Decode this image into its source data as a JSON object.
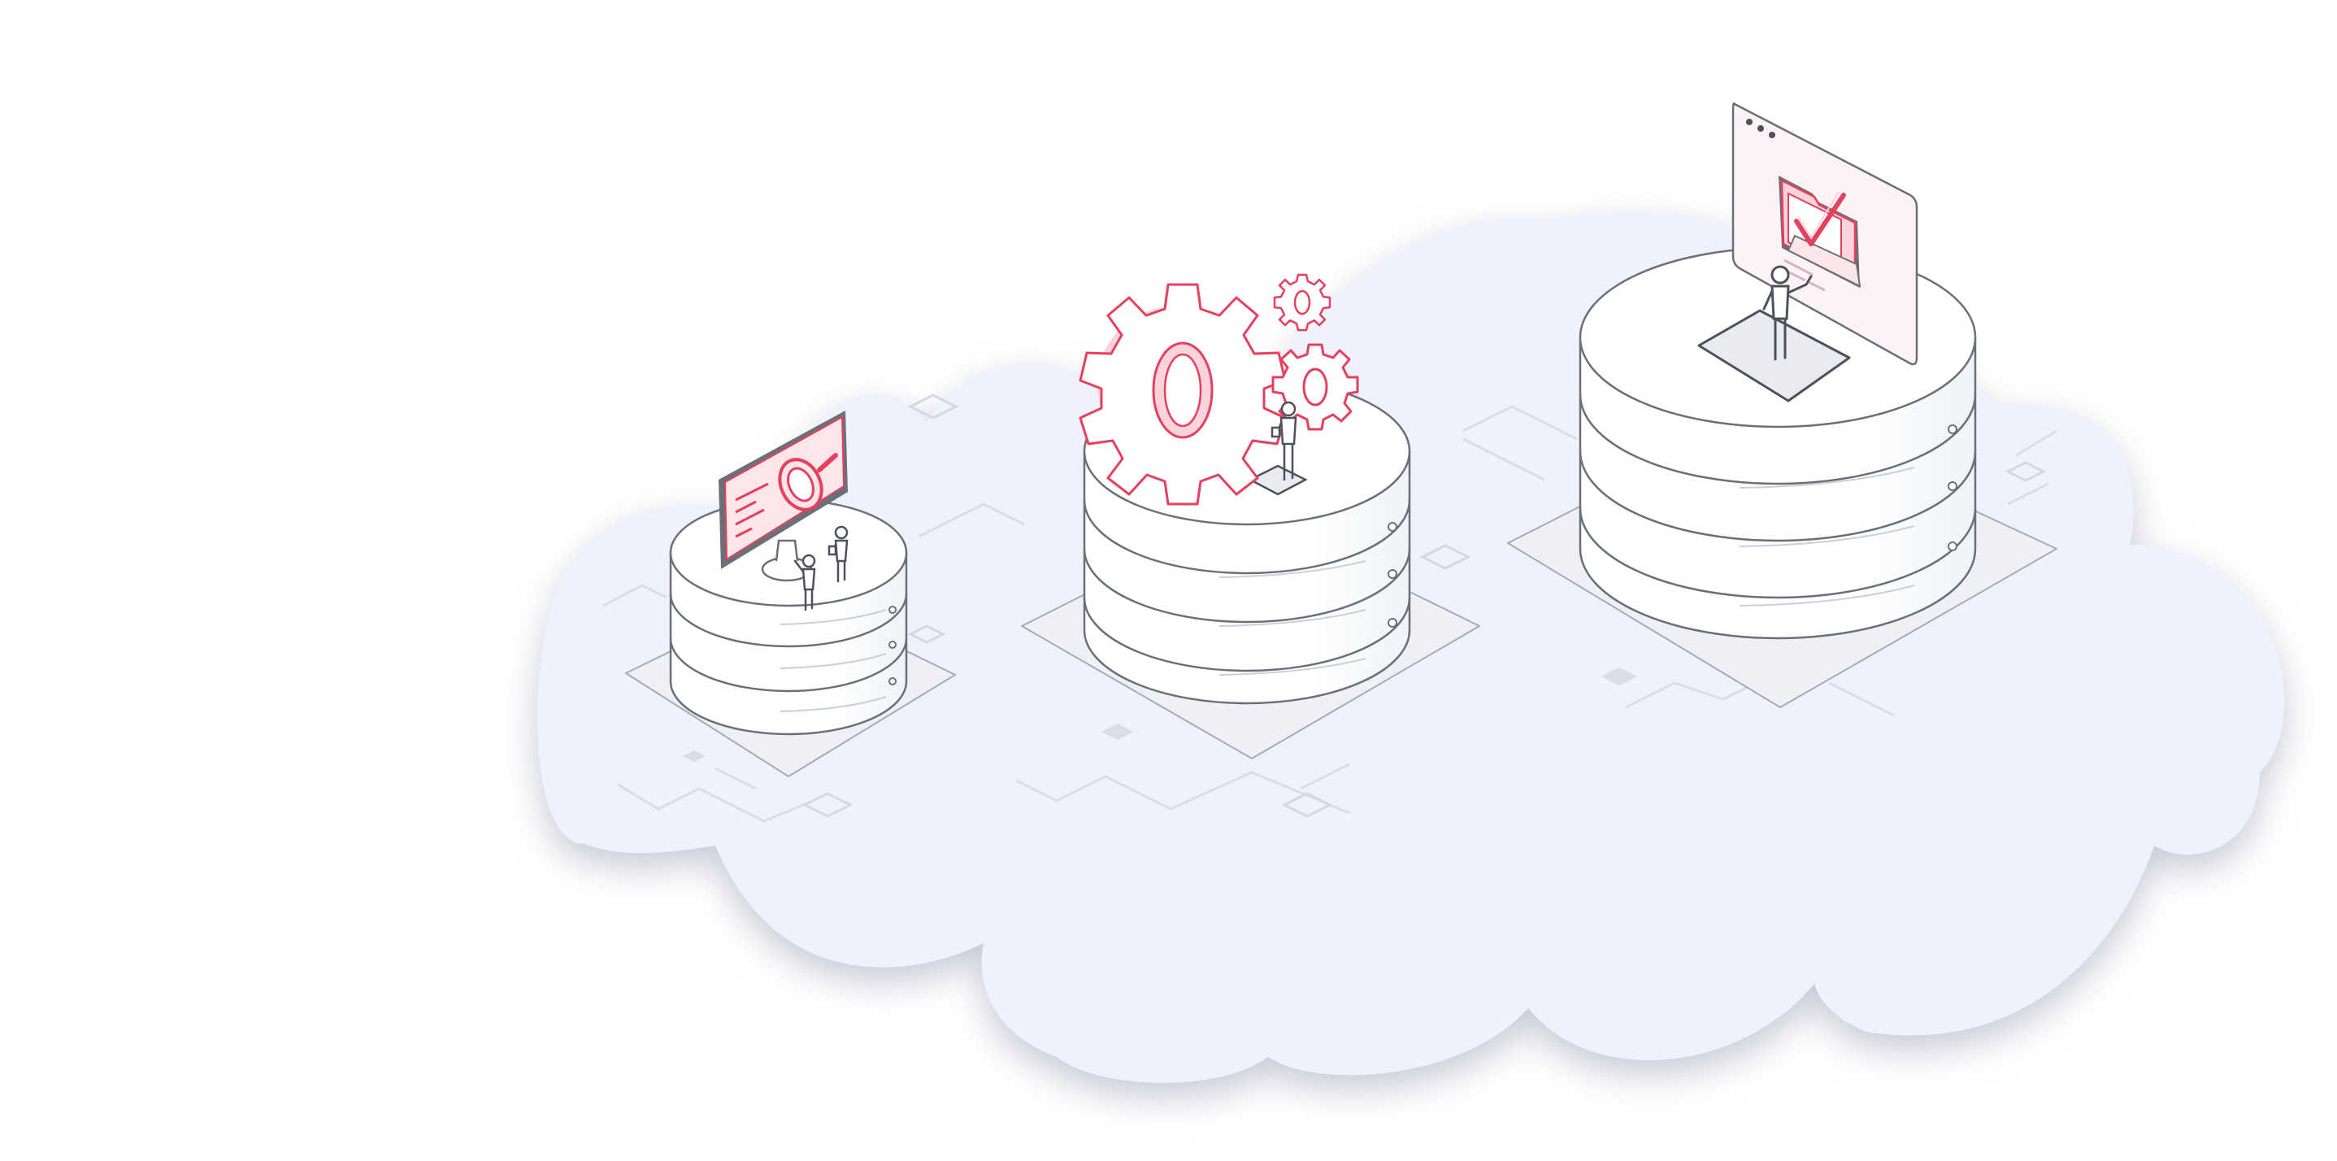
{
  "colors": {
    "background": "#ffffff",
    "cloud_fill": "#eff2fd",
    "cloud_shadow": "#d8dbe6",
    "cylinder_fill": "#ffffff",
    "cylinder_stroke": "#6b7078",
    "platform_fill": "#eef0f5",
    "accent_stroke": "#e5405e",
    "accent_fill": "#fde6ea",
    "panel_fill": "#fdf3f5",
    "circuit_line": "#d9dcea"
  },
  "scene": {
    "illustration": "isometric-cloud-with-three-database-cylinders",
    "stations": [
      {
        "id": "search",
        "icon": "monitor-magnifier-icon",
        "figures": 2
      },
      {
        "id": "configure",
        "icon": "gears-icon",
        "figures": 1
      },
      {
        "id": "approve",
        "icon": "folder-checkmark-icon",
        "figures": 1
      }
    ]
  }
}
